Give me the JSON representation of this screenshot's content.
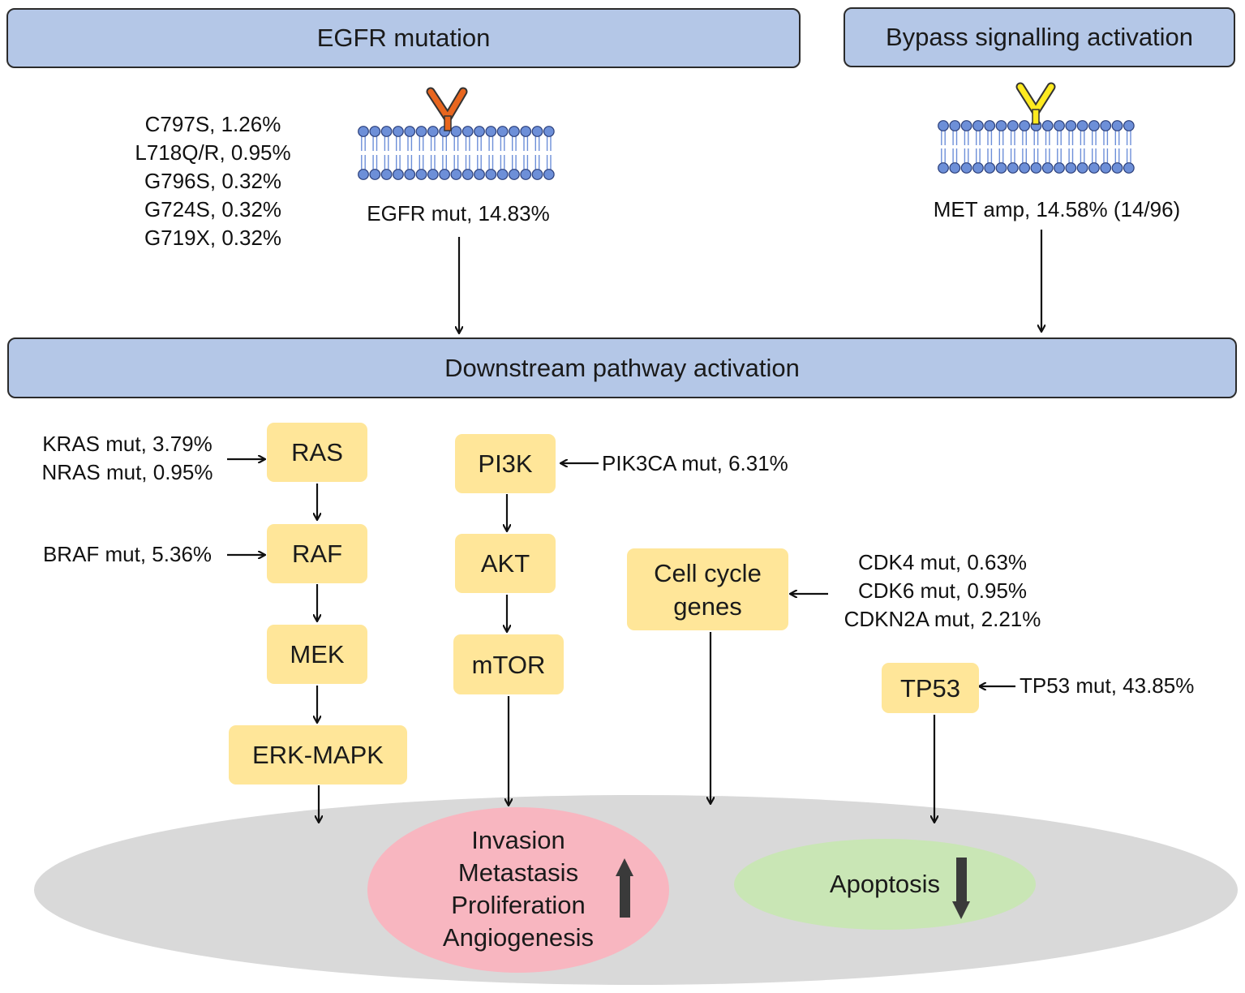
{
  "headers": {
    "egfr_mutation": "EGFR mutation",
    "bypass": "Bypass signalling activation",
    "downstream": "Downstream pathway activation"
  },
  "egfr_mutations": [
    "C797S, 1.26%",
    "L718Q/R, 0.95%",
    "G796S, 0.32%",
    "G724S, 0.32%",
    "G719X, 0.32%"
  ],
  "egfr_mut_label": "EGFR mut, 14.83%",
  "met_amp_label": "MET amp, 14.58% (14/96)",
  "nodes": {
    "ras": "RAS",
    "raf": "RAF",
    "mek": "MEK",
    "erk": "ERK-MAPK",
    "pi3k": "PI3K",
    "akt": "AKT",
    "mtor": "mTOR",
    "cell_cycle": [
      "Cell cycle",
      "genes"
    ],
    "tp53": "TP53"
  },
  "alterations": {
    "ras": [
      "KRAS mut, 3.79%",
      "NRAS mut, 0.95%"
    ],
    "raf": "BRAF mut, 5.36%",
    "pi3k": "PIK3CA mut, 6.31%",
    "cell_cycle": [
      "CDK4 mut, 0.63%",
      "CDK6 mut, 0.95%",
      "CDKN2A mut, 2.21%"
    ],
    "tp53": "TP53 mut, 43.85%"
  },
  "outcomes": {
    "up": [
      "Invasion",
      "Metastasis",
      "Proliferation",
      "Angiogenesis"
    ],
    "down": "Apoptosis"
  },
  "colors": {
    "header_fill": "#b4c7e7",
    "node_fill": "#ffe699",
    "cell_fill": "#d9d9d9",
    "up_fill": "#f8b6c0",
    "down_fill": "#c9e6b5",
    "membrane_head": "#6d8fd8",
    "egfr_receptor": "#e8661f",
    "met_receptor": "#ffea1f"
  }
}
